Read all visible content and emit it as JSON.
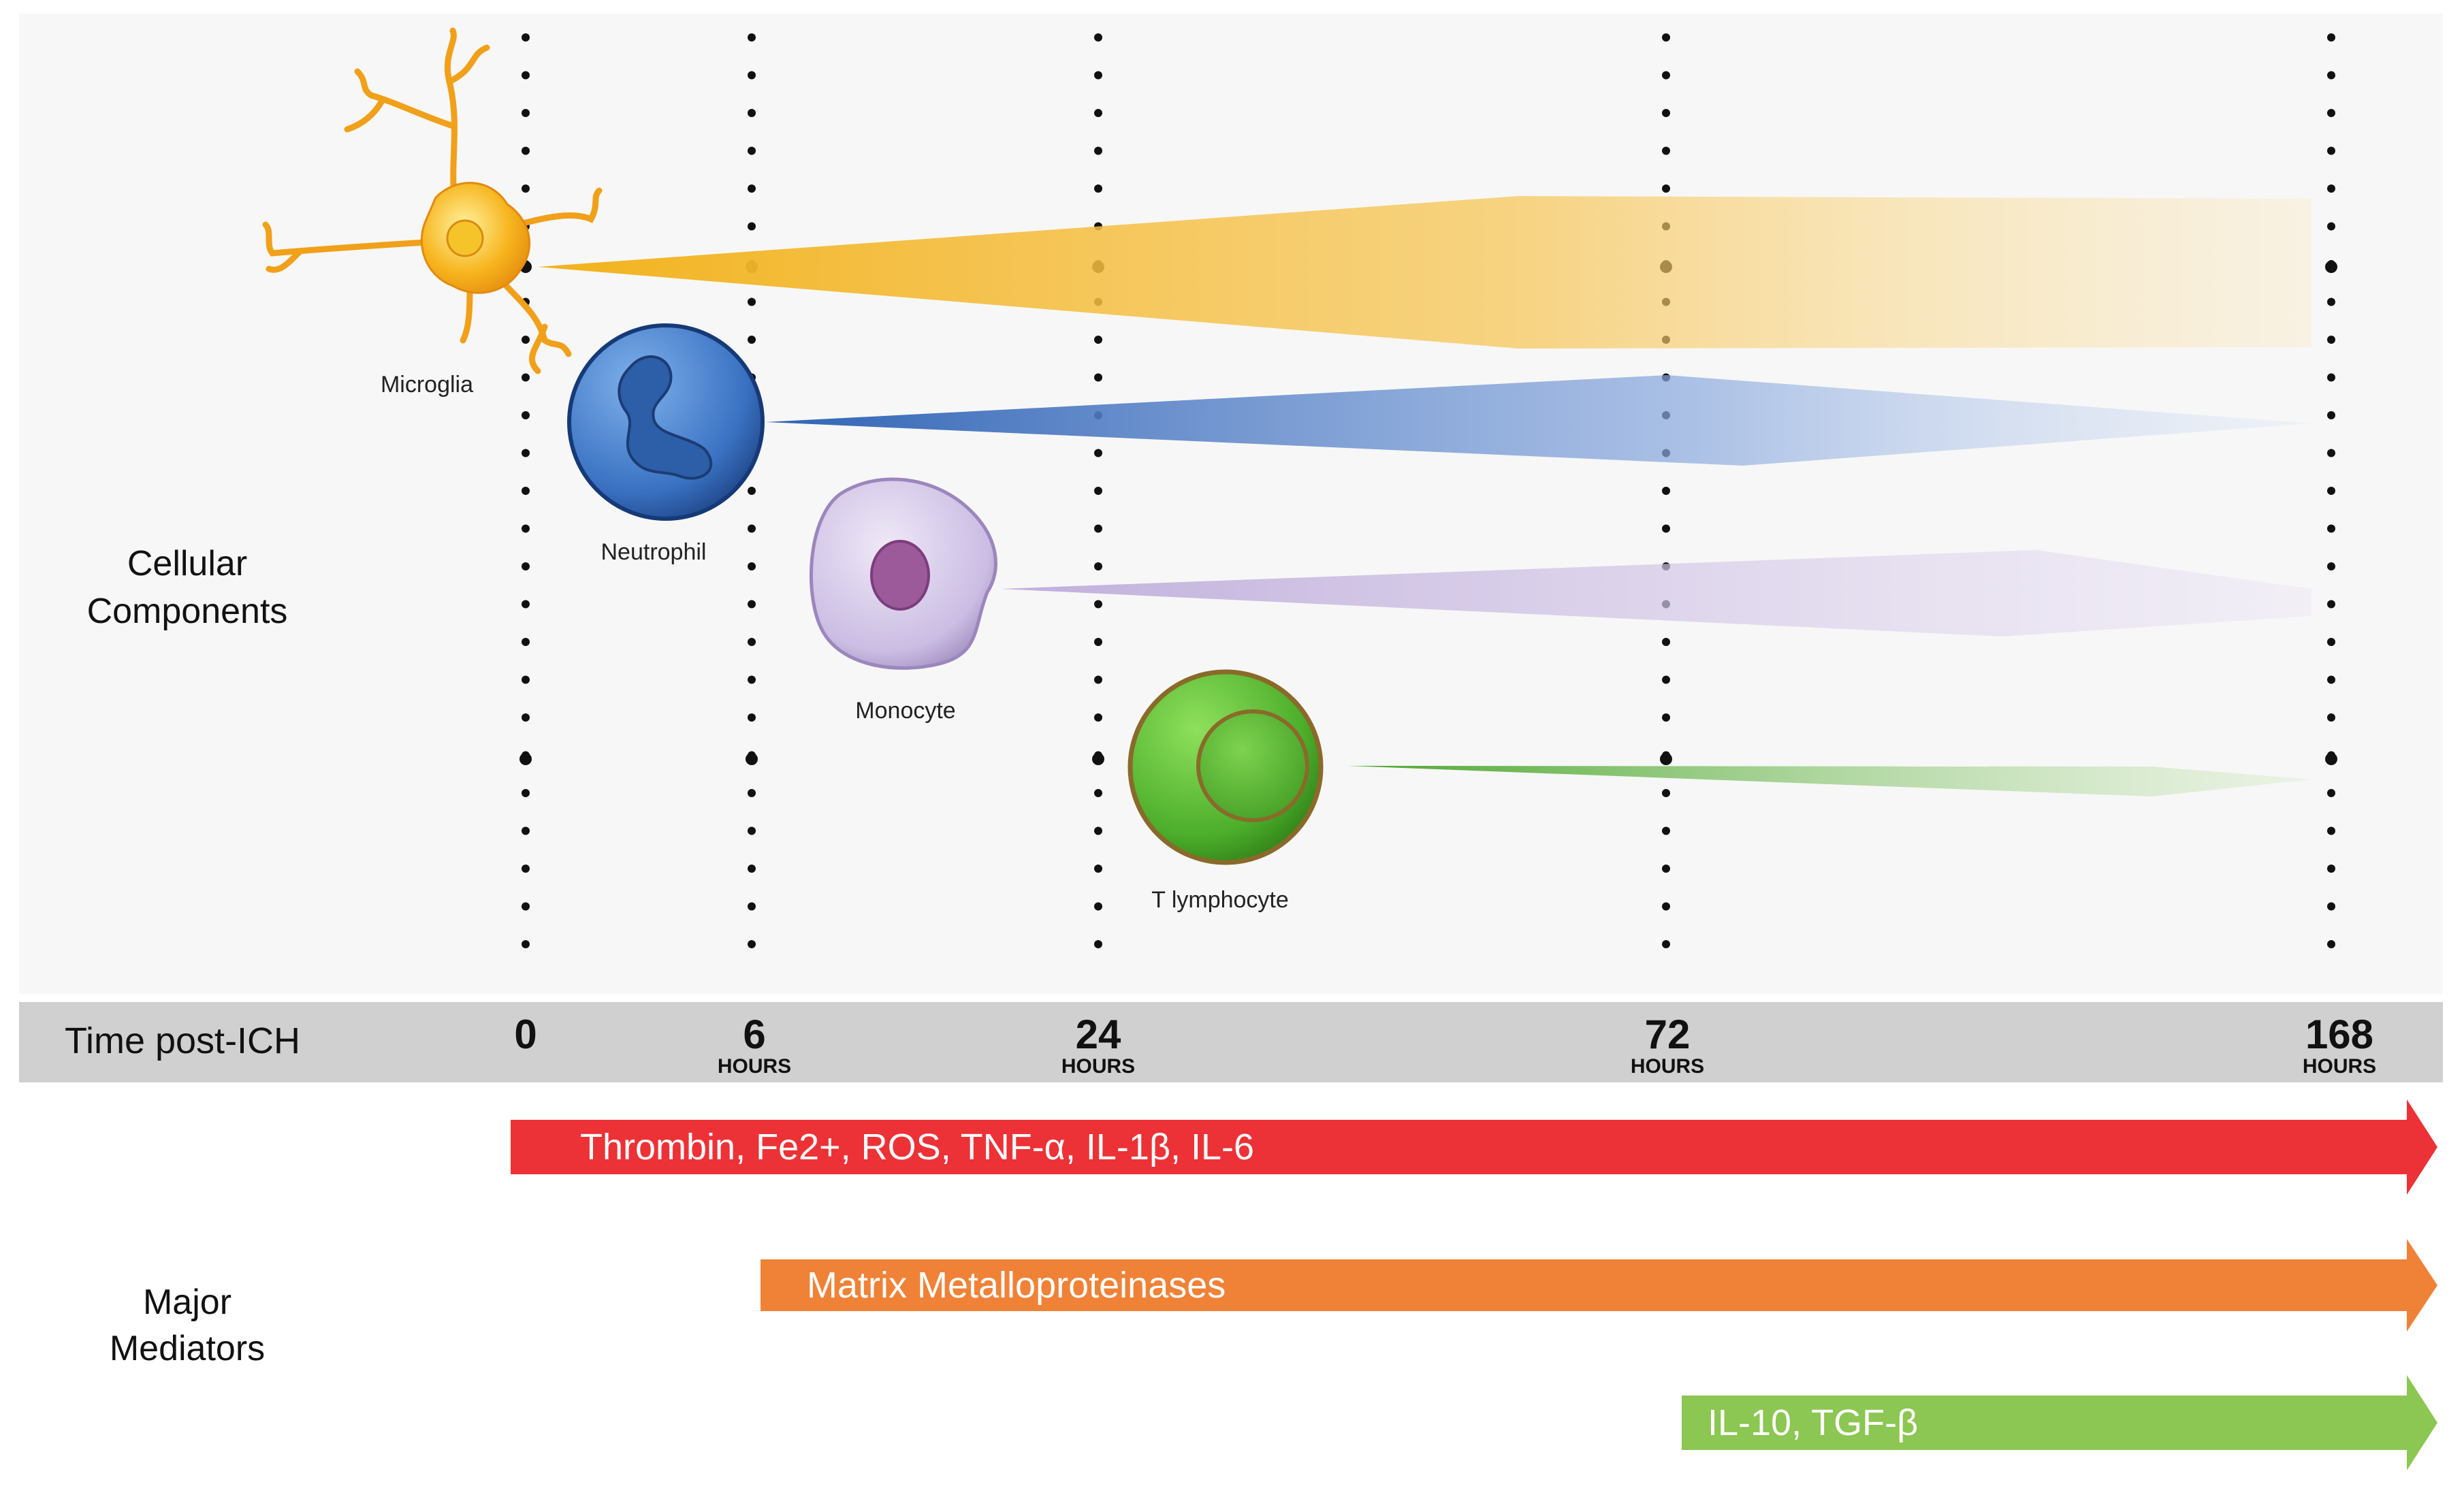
{
  "sections": {
    "cellular": [
      "Cellular",
      "Components"
    ],
    "mediators": [
      "Major",
      "Mediators"
    ],
    "time_axis": "Time post-ICH"
  },
  "time_points": [
    {
      "value": "0",
      "unit": ""
    },
    {
      "value": "6",
      "unit": "HOURS"
    },
    {
      "value": "24",
      "unit": "HOURS"
    },
    {
      "value": "72",
      "unit": "HOURS"
    },
    {
      "value": "168",
      "unit": "HOURS"
    }
  ],
  "cells": [
    {
      "name": "Microglia",
      "color": "#f5b82e"
    },
    {
      "name": "Neutrophil",
      "color": "#3f7ac8"
    },
    {
      "name": "Monocyte",
      "color": "#c9b9df"
    },
    {
      "name": "T lymphocyte",
      "color": "#5bb338"
    }
  ],
  "mediators": [
    {
      "label": "Thrombin, Fe2+, ROS, TNF-α, IL-1β, IL-6",
      "color": "#ec3237"
    },
    {
      "label": "Matrix Metalloproteinases",
      "color": "#ef8237"
    },
    {
      "label": "IL-10, TGF-β",
      "color": "#8cc653"
    }
  ],
  "colors": {
    "time_band": "#d0d0d0",
    "dots": "#111111"
  }
}
